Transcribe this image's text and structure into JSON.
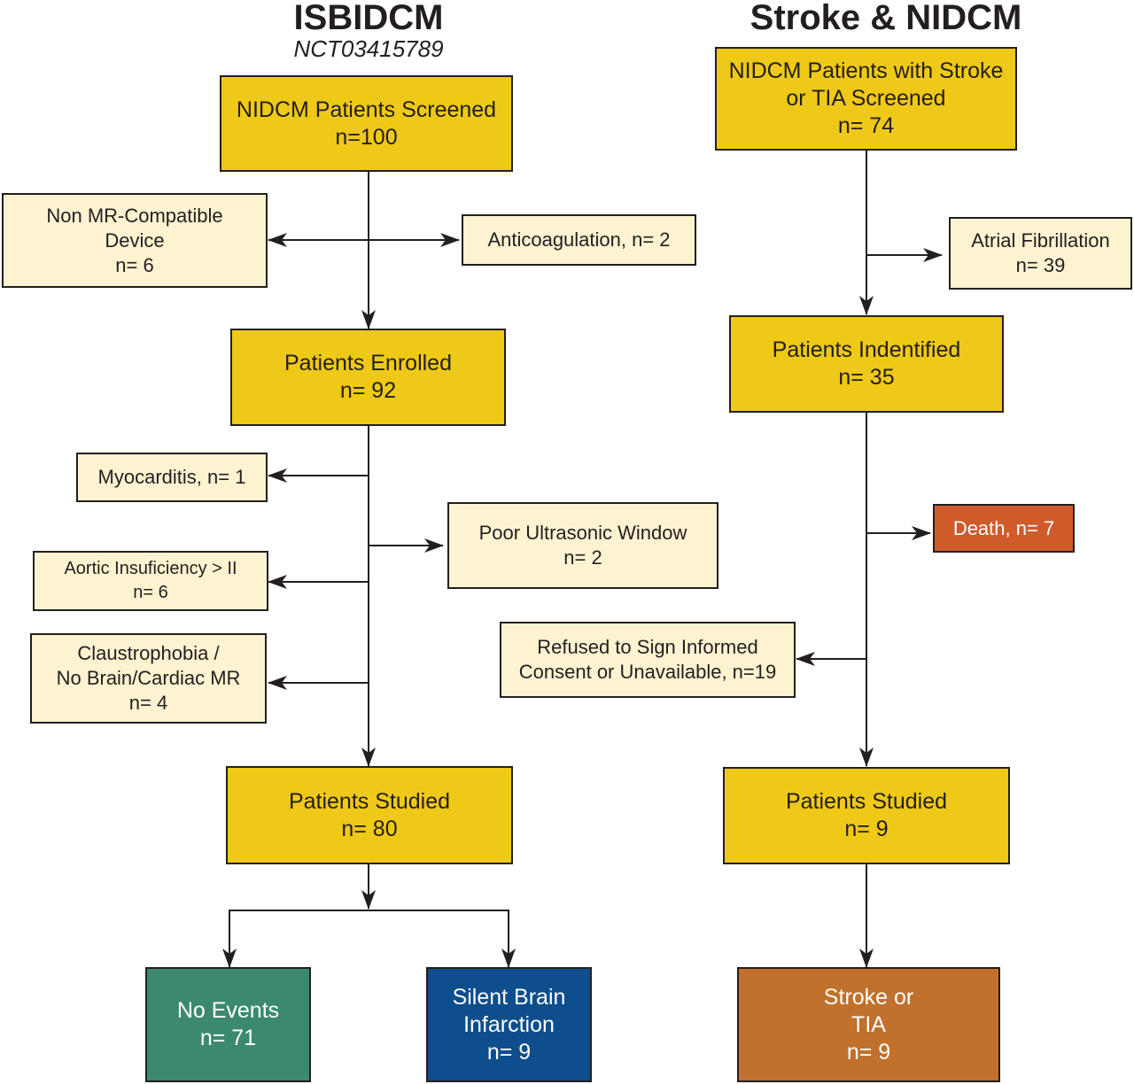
{
  "left": {
    "title": "ISBIDCM",
    "subtitle": "NCT03415789",
    "screened": {
      "label": "NIDCM Patients Screened",
      "count": "n=100"
    },
    "excl_device": {
      "line1": "Non MR-Compatible",
      "line2": "Device",
      "count": "n= 6"
    },
    "excl_anticoag": {
      "label": "Anticoagulation, n= 2"
    },
    "enrolled": {
      "label": "Patients Enrolled",
      "count": "n= 92"
    },
    "excl_myocarditis": {
      "label": "Myocarditis, n= 1"
    },
    "excl_ultrasonic": {
      "label": "Poor Ultrasonic Window",
      "count": "n= 2"
    },
    "excl_aortic": {
      "label": "Aortic Insuficiency > II",
      "count": "n= 6"
    },
    "excl_claustro": {
      "line1": "Claustrophobia /",
      "line2": "No Brain/Cardiac MR",
      "count": "n= 4"
    },
    "studied": {
      "label": "Patients Studied",
      "count": "n= 80"
    },
    "no_events": {
      "label": "No Events",
      "count": "n= 71"
    },
    "silent": {
      "line1": "Silent Brain",
      "line2": "Infarction",
      "count": "n= 9"
    }
  },
  "right": {
    "title": "Stroke & NIDCM",
    "screened": {
      "line1": "NIDCM Patients with Stroke",
      "line2": "or TIA Screened",
      "count": "n= 74"
    },
    "excl_af": {
      "label": "Atrial Fibrillation",
      "count": "n= 39"
    },
    "identified": {
      "label": "Patients Indentified",
      "count": "n= 35"
    },
    "death": {
      "label": "Death, n= 7"
    },
    "refused": {
      "line1": "Refused to Sign Informed",
      "line2": "Consent or Unavailable, n=19"
    },
    "studied": {
      "label": "Patients Studied",
      "count": "n= 9"
    },
    "stroke": {
      "line1": "Stroke or",
      "line2": "TIA",
      "count": "n= 9"
    }
  },
  "colors": {
    "main_box": "#efc917",
    "exclusion_box": "#fdf3d1",
    "death_box": "#cf5a2a",
    "no_events_box": "#3c8a6e",
    "silent_infarction_box": "#0e4e8c",
    "stroke_box": "#c1712b",
    "line": "#231f20"
  }
}
